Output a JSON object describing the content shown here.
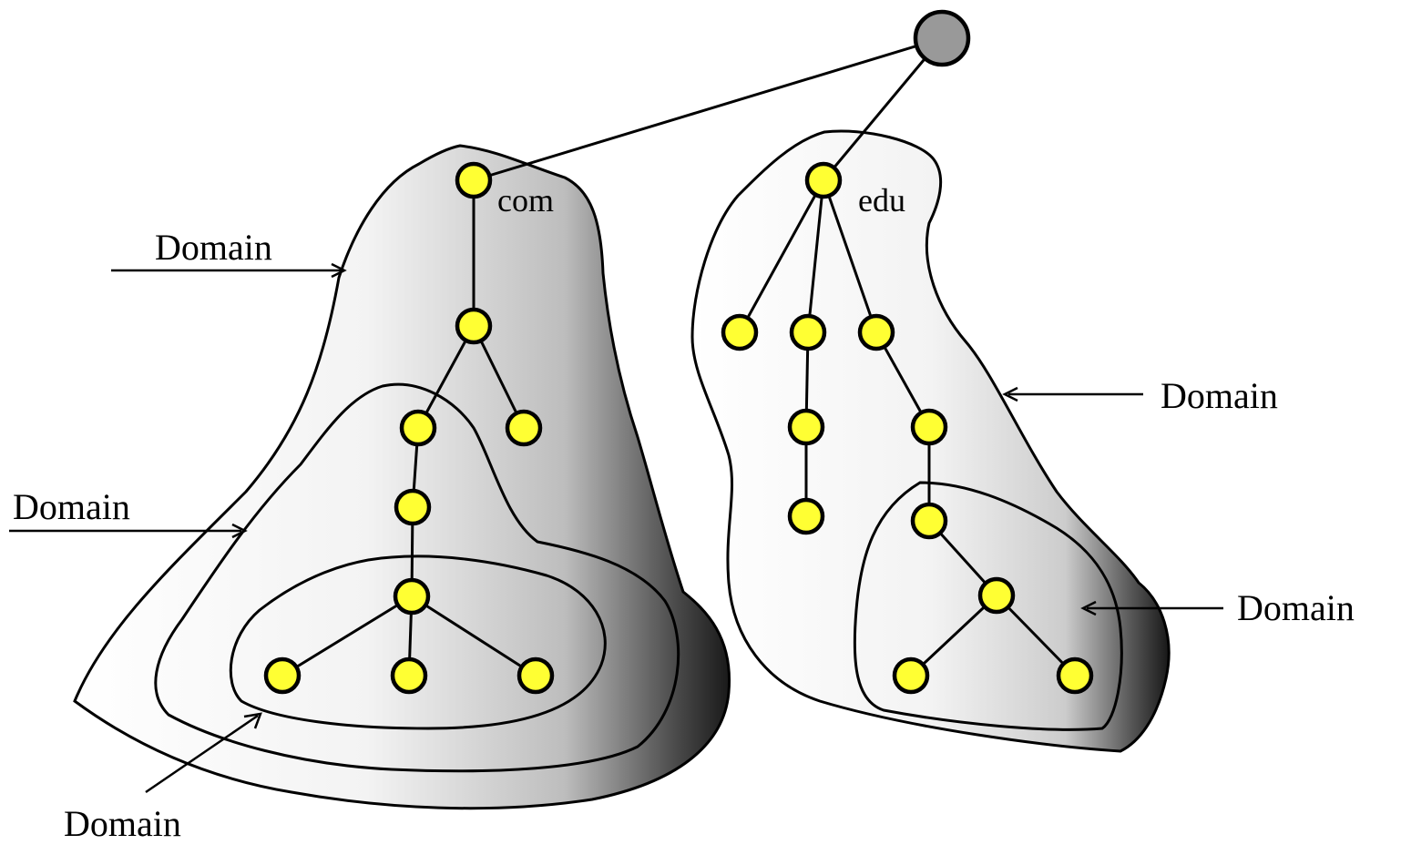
{
  "diagram": {
    "root_color": "#999999",
    "node_color": "#ffff33",
    "tld_labels": {
      "com": "com",
      "edu": "edu"
    },
    "domain_labels": {
      "com_outer": "Domain",
      "com_middle": "Domain",
      "com_inner": "Domain",
      "edu_outer": "Domain",
      "edu_inner": "Domain"
    }
  }
}
